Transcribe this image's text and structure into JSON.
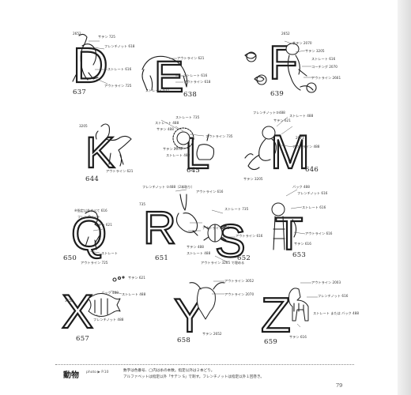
{
  "motifs": {
    "d": {
      "letter": "D",
      "number": "637",
      "labels": [
        "2652",
        "サテン 725",
        "フレンチノット 618",
        "ストレート 616",
        "アウトライン 725"
      ]
    },
    "e": {
      "letter": "E",
      "number": "638",
      "labels": [
        "アウトライン 621",
        "ストレート 616",
        "アウトライン 618",
        "ストレート 621"
      ]
    },
    "f": {
      "letter": "F",
      "number": "639",
      "labels": [
        "2652",
        "サテン 2070",
        "サテン 3205",
        "ストレート 616",
        "コーチング 2070",
        "アウトライン 2661"
      ]
    },
    "k": {
      "letter": "K",
      "number": "644",
      "labels": [
        "3205",
        "アウトライン 621"
      ]
    },
    "l": {
      "letter": "L",
      "number": "645",
      "labels": [
        "ストレート 735",
        "ストレート 488",
        "サテン 488",
        "アウトライン 735",
        "サテン 2070",
        "ストレート 488"
      ]
    },
    "m": {
      "letter": "M",
      "number": "646",
      "labels": [
        "フレンチノット③488",
        "サテン 621",
        "ストレート 488",
        "2073",
        "アウトライン 488",
        "サテン 3205"
      ]
    },
    "q": {
      "letter": "Q",
      "number": "650",
      "labels": [
        "※指定以外すべて 616",
        "フレンチノット",
        "サテン 621",
        "ストレート",
        "アウトライン 725"
      ]
    },
    "r": {
      "letter": "R",
      "number": "651",
      "labels": [
        "フレンチノット ①488（2本取り）",
        "アウトライン 616",
        "アウトライン 621"
      ]
    },
    "s": {
      "letter": "S",
      "number": "652",
      "labels": [
        "735",
        "ストレート 735",
        "アウトライン 616",
        "サテン 488",
        "ストレート 488",
        "アウトライン 3205 で埋める"
      ]
    },
    "t": {
      "letter": "T",
      "number": "653",
      "labels": [
        "バック 488",
        "フレンチノット 616",
        "ストレート 616",
        "アウトライン 616",
        "サテン 616"
      ]
    },
    "x": {
      "letter": "X",
      "number": "657",
      "labels": [
        "サテン 621",
        "バック 488",
        "ストレート 488",
        "3652",
        "フレンチノット 488"
      ]
    },
    "y": {
      "letter": "Y",
      "number": "658",
      "labels": [
        "アウトライン 3052",
        "アウトライン 2070",
        "サテン 2652"
      ]
    },
    "z": {
      "letter": "Z",
      "number": "659",
      "labels": [
        "アウトライン 2003",
        "フレンチノット 616",
        "ストレート または バック 488",
        "サテン 616"
      ]
    }
  },
  "footer": {
    "title": "動物",
    "photo_ref": "photo ▶ P.10",
    "note_line1": "数字は色番号、◯内は糸の本数。指定以外は２本どり。",
    "note_line2": "アルファベットは指定以外「サテン S」で刺す。フレンチノットは指定以外１回巻き。",
    "page_number": "79"
  }
}
